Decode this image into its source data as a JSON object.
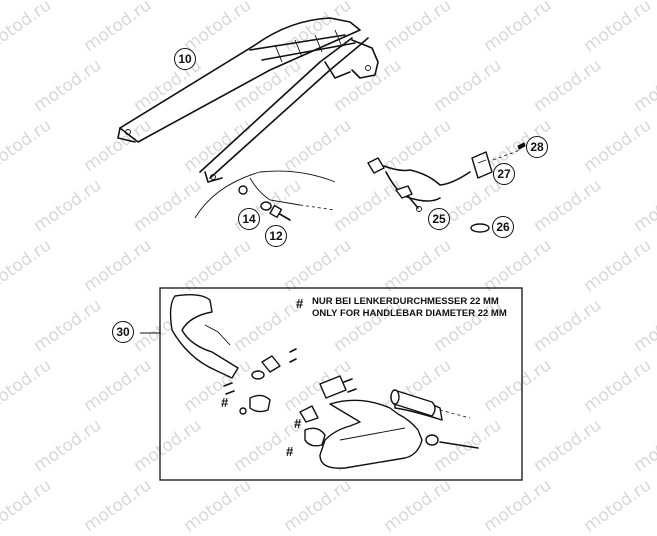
{
  "watermark": "motod.ru",
  "callouts": [
    {
      "id": "c10",
      "label": "10"
    },
    {
      "id": "c14",
      "label": "14"
    },
    {
      "id": "c12",
      "label": "12"
    },
    {
      "id": "c28",
      "label": "28"
    },
    {
      "id": "c27",
      "label": "27"
    },
    {
      "id": "c25",
      "label": "25"
    },
    {
      "id": "c26",
      "label": "26"
    },
    {
      "id": "c30",
      "label": "30"
    }
  ],
  "note": {
    "marker": "#",
    "line1": "NUR BEI LENKERDURCHMESSER 22 MM",
    "line2": "ONLY FOR HANDLEBAR DIAMETER 22 MM"
  },
  "hash_marks": [
    "#",
    "#",
    "#"
  ]
}
